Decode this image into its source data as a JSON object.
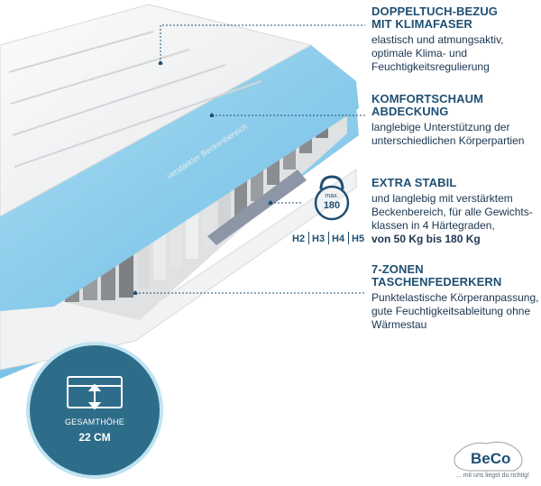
{
  "features": [
    {
      "title_lines": [
        "DOPPELTUCH-BEZUG",
        "MIT KLIMAFASER"
      ],
      "text_lines": [
        "elastisch und atmungsaktiv,",
        "optimale Klima- und",
        "Feuchtigkeitsregulierung"
      ]
    },
    {
      "title_lines": [
        "KOMFORTSCHAUM",
        "ABDECKUNG"
      ],
      "text_lines": [
        "langlebige Unterstützung der",
        "unterschiedlichen Körperpartien"
      ]
    },
    {
      "title_lines": [
        "EXTRA STABIL"
      ],
      "text_lines": [
        "und langlebig mit verstärktem",
        "Beckenbereich, für alle Gewichts-",
        "klassen in 4 Härtegraden,"
      ],
      "bold_line": "von 50 Kg bis 180 Kg"
    },
    {
      "title_lines": [
        "7-ZONEN",
        "TASCHENFEDERKERN"
      ],
      "text_lines": [
        "Punktelastische Körperanpassung,",
        "gute Feuchtigkeitsableitung ohne",
        "Wärmestau"
      ]
    }
  ],
  "kettlebell": {
    "label": "max.",
    "value": "180"
  },
  "hardness": [
    "H2",
    "H3",
    "H4",
    "H5"
  ],
  "height_badge": {
    "label": "GESAMTHÖHE",
    "value": "22 CM"
  },
  "mattress_label": "verstärkter Beckenbereich",
  "brand": {
    "name": "BeCo",
    "tagline": "... mit uns liegst du richtig!"
  },
  "colors": {
    "navy": "#1f4f73",
    "teal_circle": "#2e6d8a",
    "foam_blue": "#8fd0ec",
    "spring_grey": "#8a8d90",
    "cover_white": "#f4f5f6"
  }
}
